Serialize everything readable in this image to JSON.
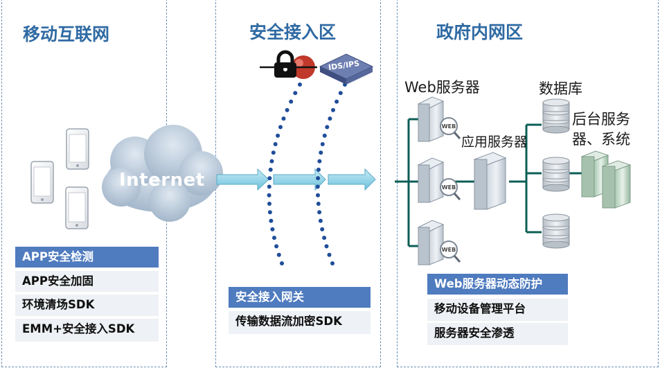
{
  "zones": {
    "mobile": {
      "title": "移动互联网",
      "items": [
        "APP安全检测",
        "APP安全加固",
        "环境清场SDK",
        "EMM+安全接入SDK"
      ]
    },
    "access": {
      "title": "安全接入区",
      "items": [
        "安全接入网关",
        "传输数据流加密SDK"
      ]
    },
    "gov": {
      "title": "政府内网区",
      "items": [
        "Web服务器动态防护",
        "移动设备管理平台",
        "服务器安全渗透"
      ]
    }
  },
  "cloud_label": "Internet",
  "ids_label": "IDS/IPS",
  "labels": {
    "web_servers": "Web服务器",
    "app_server": "应用服务器",
    "database": "数据库",
    "backend": "后台服务器、系统"
  },
  "server_badge": "WEB",
  "colors": {
    "zone_title": "#2f6aa3",
    "highlight": "#4f7bbf",
    "dots": "#1f4d99",
    "arrow": "#7cc8e0"
  }
}
